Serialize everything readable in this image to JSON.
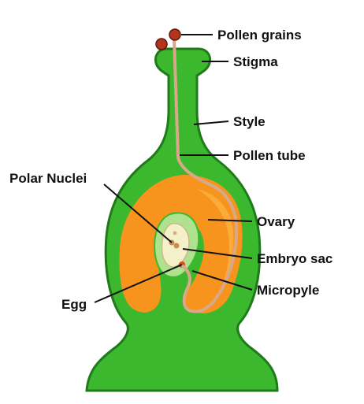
{
  "labels": {
    "pollen_grains": "Pollen grains",
    "stigma": "Stigma",
    "style": "Style",
    "pollen_tube": "Pollen tube",
    "polar_nuclei": "Polar Nuclei",
    "ovary": "Ovary",
    "embryo_sac": "Embryo sac",
    "micropyle": "Micropyle",
    "egg": "Egg"
  },
  "colors": {
    "pistil": "#3cb82e",
    "pistil_dark": "#1f7a1a",
    "ovule": "#f7941d",
    "ovule_light": "#fbb040",
    "pollen_tube": "#d9a88a",
    "pollen_grain": "#b5341c",
    "embryo_sac": "#f4f1c8",
    "integument": "#aee28f",
    "leader": "#111111"
  }
}
